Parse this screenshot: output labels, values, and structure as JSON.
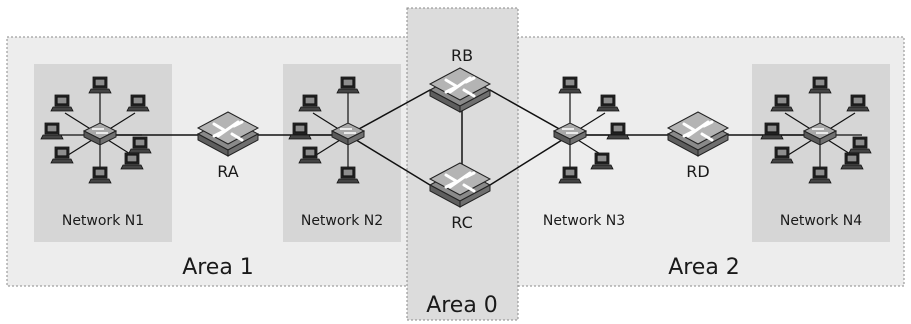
{
  "areas": {
    "area1": "Area 1",
    "area2": "Area 2",
    "area0": "Area 0"
  },
  "networks": {
    "n1": "Network N1",
    "n2": "Network N2",
    "n3": "Network N3",
    "n4": "Network N4"
  },
  "routers": {
    "ra": "RA",
    "rb": "RB",
    "rc": "RC",
    "rd": "RD"
  },
  "colors": {
    "area_fill": "#ececec",
    "network_fill": "#d8d8d8",
    "router_fill": "#909090",
    "border": "#777777",
    "line": "#111111"
  }
}
